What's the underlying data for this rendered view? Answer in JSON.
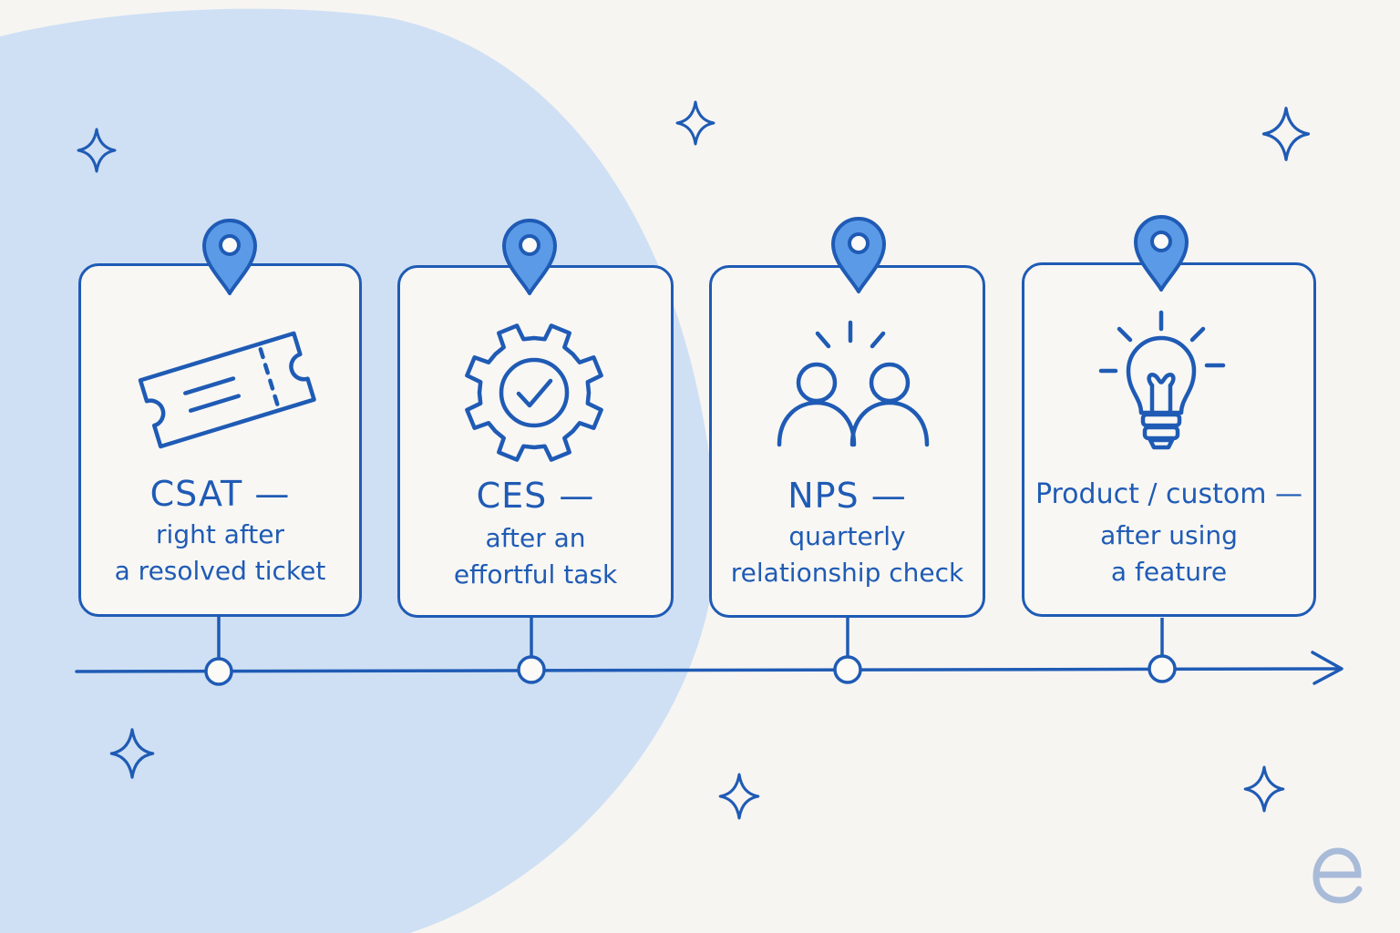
{
  "stages": [
    {
      "id": "csat",
      "title": "CSAT —",
      "lines": [
        "right after",
        "a resolved ticket"
      ],
      "icon": "ticket-icon"
    },
    {
      "id": "ces",
      "title": "CES —",
      "lines": [
        "after an",
        "effortful task"
      ],
      "icon": "gear-check-icon"
    },
    {
      "id": "nps",
      "title": "NPS —",
      "lines": [
        "quarterly",
        "relationship check"
      ],
      "icon": "people-icon"
    },
    {
      "id": "product",
      "title": "Product / custom —",
      "lines": [
        "after using",
        "a feature"
      ],
      "icon": "lightbulb-icon"
    }
  ],
  "colors": {
    "accent": "#1f5bb5",
    "pin_fill": "#5b9ae6",
    "blob": "#cfe0f4",
    "background": "#f7f5f2",
    "watermark": "#9fb4d4"
  },
  "watermark_icon": "e-logo-icon"
}
